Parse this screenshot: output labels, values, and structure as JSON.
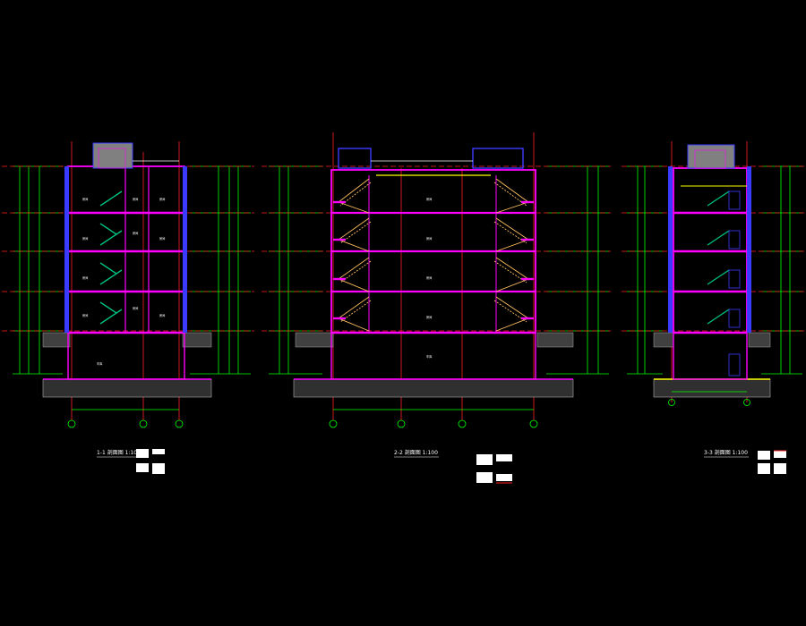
{
  "section_titles": {
    "s1": "1-1 剖面图 1:100",
    "s2": "2-2 剖面图 1:100",
    "s3": "3-3 剖面图 1:100"
  },
  "colors": {
    "background": "#000000",
    "wall": "#ff00ff",
    "column": "#3b3bff",
    "axis": "#ff2020",
    "dimension": "#00ff00",
    "stair": "#00c080",
    "stair_rail": "#ffc060",
    "text": "#ffffff",
    "ground": "#b0b0b0"
  }
}
